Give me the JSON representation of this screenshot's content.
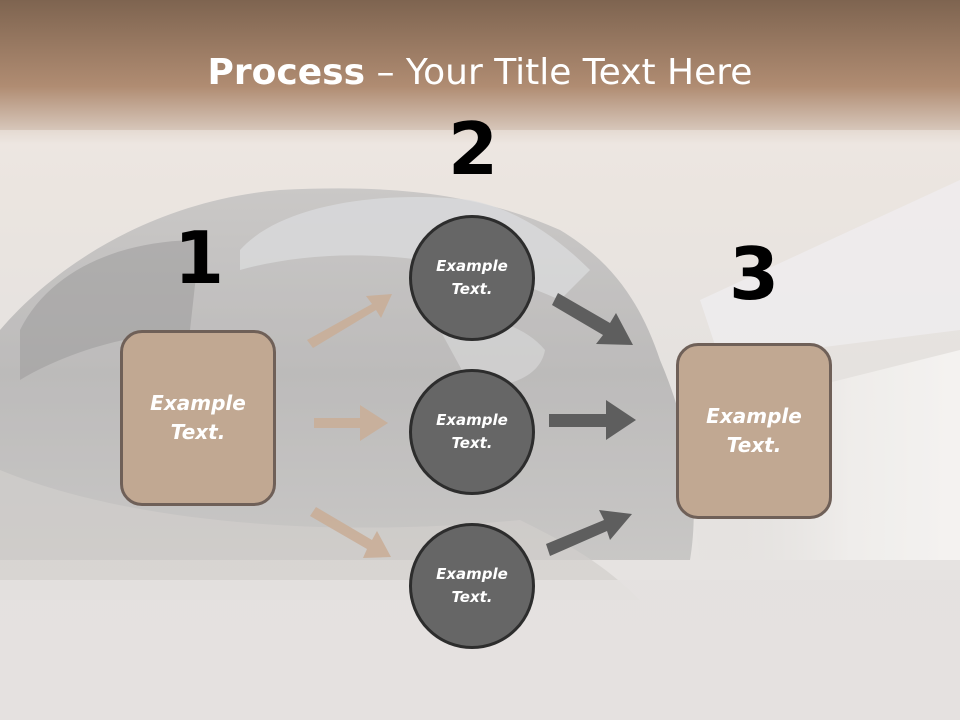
{
  "title": {
    "bold": "Process",
    "rest": " – Your Title Text Here"
  },
  "steps": {
    "one": "1",
    "two": "2",
    "three": "3"
  },
  "left_box": {
    "text": "Example\nText."
  },
  "right_box": {
    "text": "Example\nText."
  },
  "circles": [
    {
      "text": "Example\nText."
    },
    {
      "text": "Example\nText."
    },
    {
      "text": "Example\nText."
    }
  ],
  "colors": {
    "box_fill": "#c1a892",
    "circle_fill": "#666666",
    "header": "#8f6f55",
    "arrow_light": "#c9ae98",
    "arrow_dark": "#5e5e5e"
  }
}
